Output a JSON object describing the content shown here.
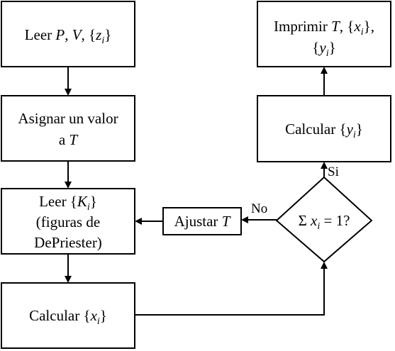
{
  "nodes": {
    "read_pvz": {
      "prefix": "Leer ",
      "var_p": "P",
      "sep1": ", ",
      "var_v": "V",
      "sep2": ", {",
      "var_z": "z",
      "sub_z": "i",
      "close": "}"
    },
    "assign_t": {
      "line1": "Asignar un valor",
      "line2_prefix": "a ",
      "line2_var": "T"
    },
    "read_k": {
      "line1_prefix": "Leer {",
      "line1_var": "K",
      "line1_sub": "i",
      "line1_close": "}",
      "line2": "(figuras de",
      "line3": "DePriester)"
    },
    "calc_x": {
      "prefix": "Calcular {",
      "var": "x",
      "sub": "i",
      "close": "}"
    },
    "adjust_t": {
      "prefix": "Ajustar ",
      "var": "T"
    },
    "decision": {
      "sigma": "Σ ",
      "var": "x",
      "sub": "i",
      "suffix": " = 1?"
    },
    "calc_y": {
      "prefix": "Calcular {",
      "var": "y",
      "sub": "i",
      "close": "}"
    },
    "print": {
      "line1_prefix": "Imprimir ",
      "line1_var_t": "T",
      "line1_sep": ", {",
      "line1_var_x": "x",
      "line1_sub_x": "i",
      "line1_close": "},",
      "line2_open": "{",
      "line2_var": "y",
      "line2_sub": "i",
      "line2_close": "}"
    }
  },
  "edge_labels": {
    "no": "No",
    "yes": "Si"
  }
}
